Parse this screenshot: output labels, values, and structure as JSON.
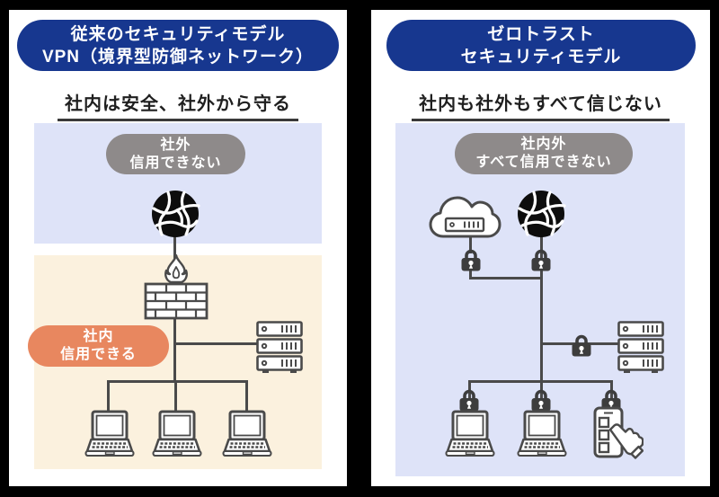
{
  "left": {
    "title_line1": "従来のセキュリティモデル",
    "title_line2": "VPN（境界型防御ネットワーク）",
    "subtitle": "社内は安全、社外から守る",
    "external_badge_line1": "社外",
    "external_badge_line2": "信用できない",
    "internal_badge_line1": "社内",
    "internal_badge_line2": "信用できる"
  },
  "right": {
    "title_line1": "ゼロトラスト",
    "title_line2": "セキュリティモデル",
    "subtitle": "社内も社外もすべて信じない",
    "badge_line1": "社内外",
    "badge_line2": "すべて信用できない"
  },
  "colors": {
    "page_background": "#000000",
    "card_background": "#ffffff",
    "header_blue": "#17378f",
    "external_zone_blue": "#dee3f8",
    "internal_zone_cream": "#fbf1de",
    "zero_trust_zone_blue": "#dee3f8",
    "untrusted_badge_gray": "#8e8a8a",
    "trusted_badge_orange": "#e8875f",
    "connector_gray": "#4a4a4a",
    "icon_dark": "#3d3d3d"
  },
  "icons": {
    "globe": "internet-globe-icon",
    "cloud": "cloud-server-icon",
    "firewall": "firewall-flame-icon",
    "servers": "server-stack-icon",
    "laptop": "laptop-icon",
    "smartphone": "smartphone-touch-icon",
    "padlock": "padlock-icon"
  }
}
